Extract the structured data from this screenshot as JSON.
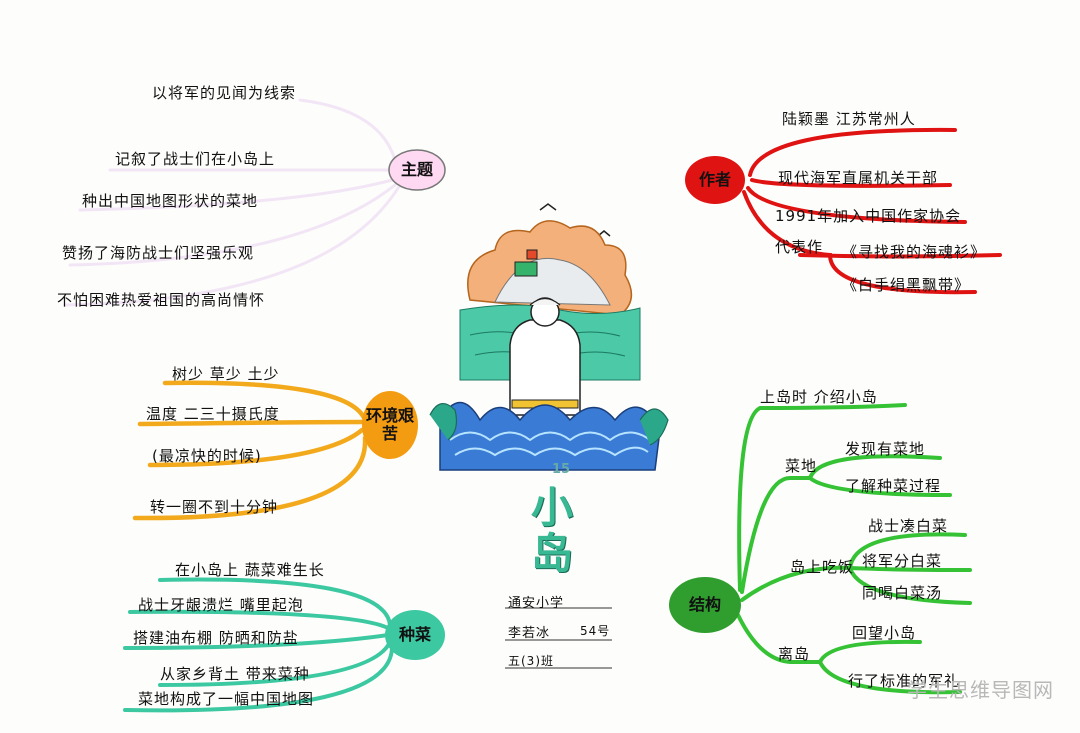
{
  "title": {
    "main": "小岛",
    "number": "15"
  },
  "student": {
    "school": "通安小学",
    "name": "李若冰",
    "number": "54号",
    "class": "五(3)班"
  },
  "theme": {
    "label": "主题",
    "items": [
      "以将军的见闻为线索",
      "记叙了战士们在小岛上",
      "种出中国地图形状的菜地",
      "赞扬了海防战士们坚强乐观",
      "不怕困难热爱祖国的高尚情怀"
    ]
  },
  "author": {
    "label": "作者",
    "items": [
      "陆颖墨  江苏常州人",
      "现代海军直属机关干部",
      "1991年加入中国作家协会",
      "代表作"
    ],
    "works": [
      "《寻找我的海魂衫》",
      "《白手绢黑飘带》"
    ]
  },
  "environment": {
    "label": "环境艰苦",
    "items": [
      "树少  草少  土少",
      "温度  二三十摄氏度",
      "(最凉快的时候)",
      "转一圈不到十分钟"
    ]
  },
  "vegetables": {
    "label": "种菜",
    "items": [
      "在小岛上  蔬菜难生长",
      "战士牙龈溃烂    嘴里起泡",
      "搭建油布棚    防晒和防盐",
      "从家乡背土   带来菜种",
      "菜地构成了一幅中国地图"
    ]
  },
  "structure": {
    "label": "结构",
    "arrival": "上岛时   介绍小岛",
    "garden": {
      "label": "菜地",
      "items": [
        "发现有菜地",
        "了解种菜过程"
      ]
    },
    "dining": {
      "label": "岛上吃饭",
      "items": [
        "战士凑白菜",
        "将军分白菜",
        "同喝白菜汤"
      ]
    },
    "leaving": {
      "label": "离岛",
      "items": [
        "回望小岛",
        "行了标准的军礼"
      ]
    }
  },
  "watermark": "学生思维导图网",
  "colors": {
    "red": "#e01313",
    "orange": "#f3a91c",
    "teal": "#3cc8a0",
    "green": "#35c235",
    "purple": "#ffd8f2"
  }
}
